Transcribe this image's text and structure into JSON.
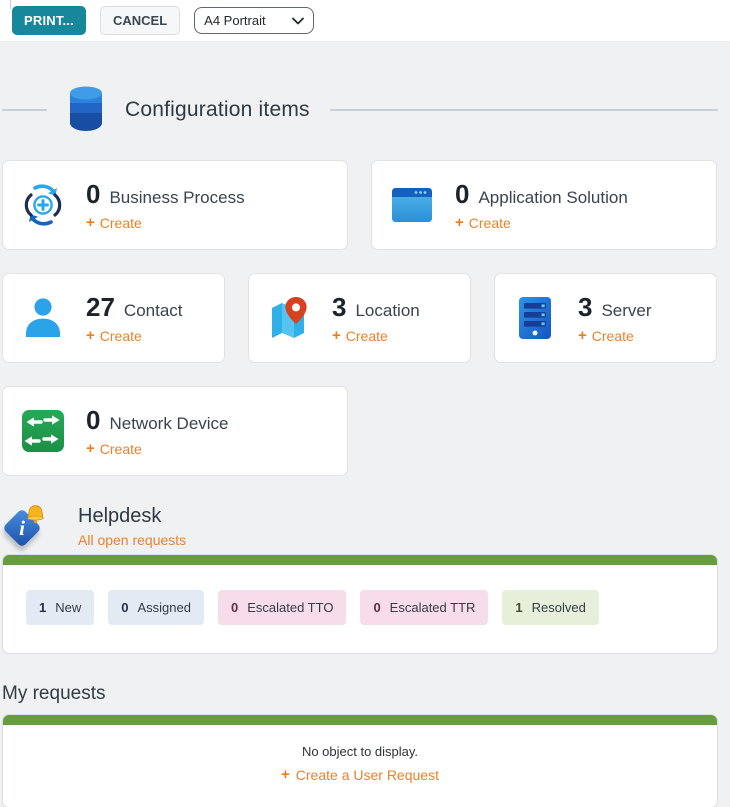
{
  "toolbar": {
    "print_label": "PRINT...",
    "cancel_label": "CANCEL",
    "paper_select": {
      "value": "A4 Portrait"
    }
  },
  "config_section": {
    "title": "Configuration items",
    "icon": "database-icon",
    "cards": [
      {
        "count": "0",
        "label": "Business Process",
        "icon": "business-process-icon",
        "create": "Create"
      },
      {
        "count": "0",
        "label": "Application Solution",
        "icon": "application-window-icon",
        "create": "Create"
      },
      {
        "count": "27",
        "label": "Contact",
        "icon": "person-icon",
        "create": "Create"
      },
      {
        "count": "3",
        "label": "Location",
        "icon": "map-pin-icon",
        "create": "Create"
      },
      {
        "count": "3",
        "label": "Server",
        "icon": "server-icon",
        "create": "Create"
      },
      {
        "count": "0",
        "label": "Network Device",
        "icon": "network-switch-icon",
        "create": "Create"
      }
    ]
  },
  "helpdesk": {
    "title": "Helpdesk",
    "icon": "info-bell-icon",
    "link": "All open requests",
    "badges": [
      {
        "count": "1",
        "label": "New",
        "style": "blue"
      },
      {
        "count": "0",
        "label": "Assigned",
        "style": "blue"
      },
      {
        "count": "0",
        "label": "Escalated TTO",
        "style": "pink"
      },
      {
        "count": "0",
        "label": "Escalated TTR",
        "style": "pink"
      },
      {
        "count": "1",
        "label": "Resolved",
        "style": "green"
      }
    ]
  },
  "my_requests": {
    "title": "My requests",
    "empty_message": "No object to display.",
    "create_link": "Create a User Request",
    "plus": "+"
  },
  "colors": {
    "accent_orange": "#e8822d",
    "teal_button": "#17879c",
    "green_bar": "#689d3d",
    "badge_blue_bg": "#e4eaf4",
    "badge_pink_bg": "#f7dde9",
    "badge_green_bg": "#e6efd9"
  }
}
